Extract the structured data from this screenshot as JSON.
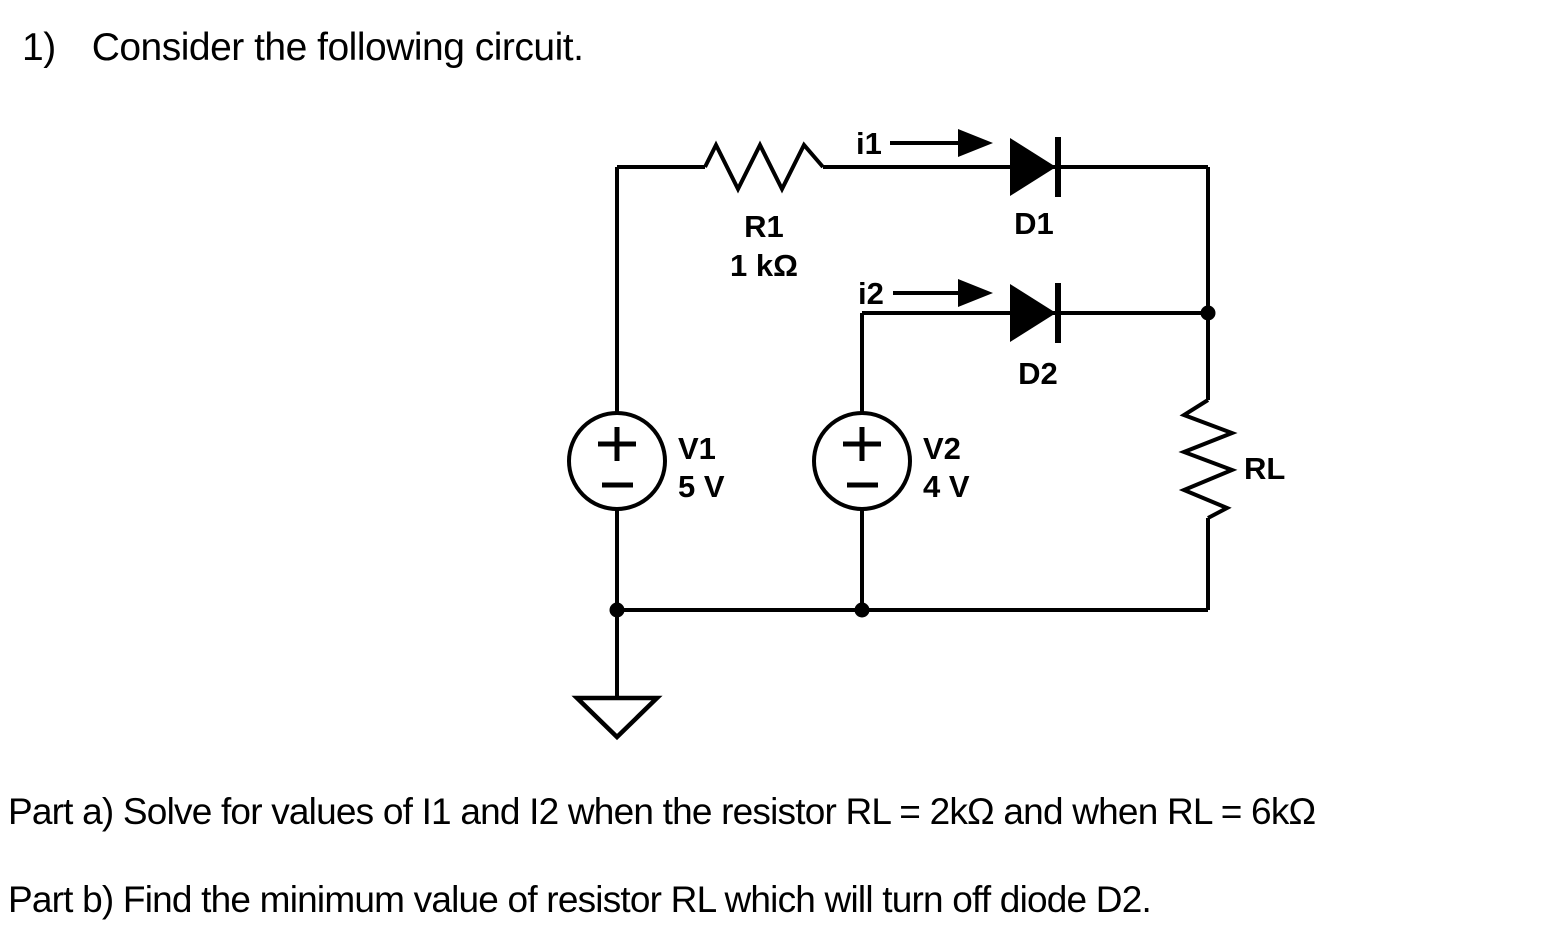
{
  "page": {
    "number": "1)",
    "title": "Consider the following circuit."
  },
  "circuit": {
    "r1": {
      "type": "resistor",
      "label": "R1",
      "value": "1 kΩ"
    },
    "i1": {
      "type": "current-arrow",
      "label": "i1"
    },
    "d1": {
      "type": "diode",
      "label": "D1"
    },
    "i2": {
      "type": "current-arrow",
      "label": "i2"
    },
    "d2": {
      "type": "diode",
      "label": "D2"
    },
    "v1": {
      "type": "voltage-source",
      "label": "V1",
      "value": "5 V"
    },
    "v2": {
      "type": "voltage-source",
      "label": "V2",
      "value": "4 V"
    },
    "rl": {
      "type": "resistor",
      "label": "RL"
    },
    "ground": {
      "type": "ground"
    }
  },
  "questions": {
    "part_a": "Part a) Solve for values of I1 and I2 when the resistor RL = 2kΩ and when RL = 6kΩ",
    "part_b": "Part b) Find the minimum value of resistor RL which will turn off diode D2."
  },
  "colors": {
    "ink": "#000000",
    "background": "#ffffff"
  }
}
